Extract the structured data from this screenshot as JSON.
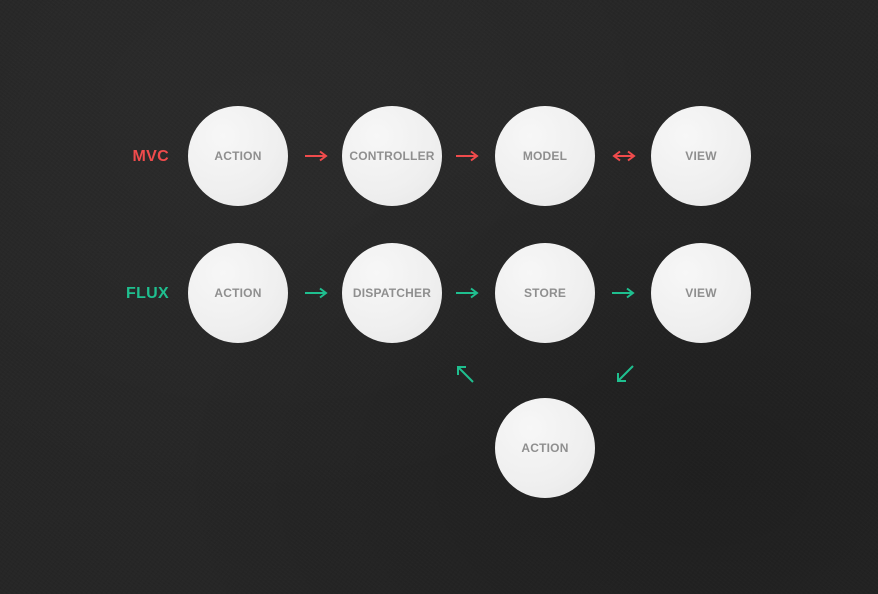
{
  "colors": {
    "background": "#262626",
    "mvc_accent": "#f04b4c",
    "flux_accent": "#1fbf8f",
    "node_fill": "#efefef",
    "node_text": "#8f8f8f"
  },
  "mvc": {
    "label": "MVC",
    "nodes": [
      "ACTION",
      "CONTROLLER",
      "MODEL",
      "VIEW"
    ],
    "connectors": [
      "arrow-right",
      "arrow-right",
      "arrow-bidirectional"
    ]
  },
  "flux": {
    "label": "FLUX",
    "nodes": [
      "ACTION",
      "DISPATCHER",
      "STORE",
      "VIEW"
    ],
    "connectors": [
      "arrow-right",
      "arrow-right",
      "arrow-right"
    ],
    "loop_node": "ACTION",
    "loop_connectors": [
      "arrow-down-left",
      "arrow-up-left"
    ]
  }
}
